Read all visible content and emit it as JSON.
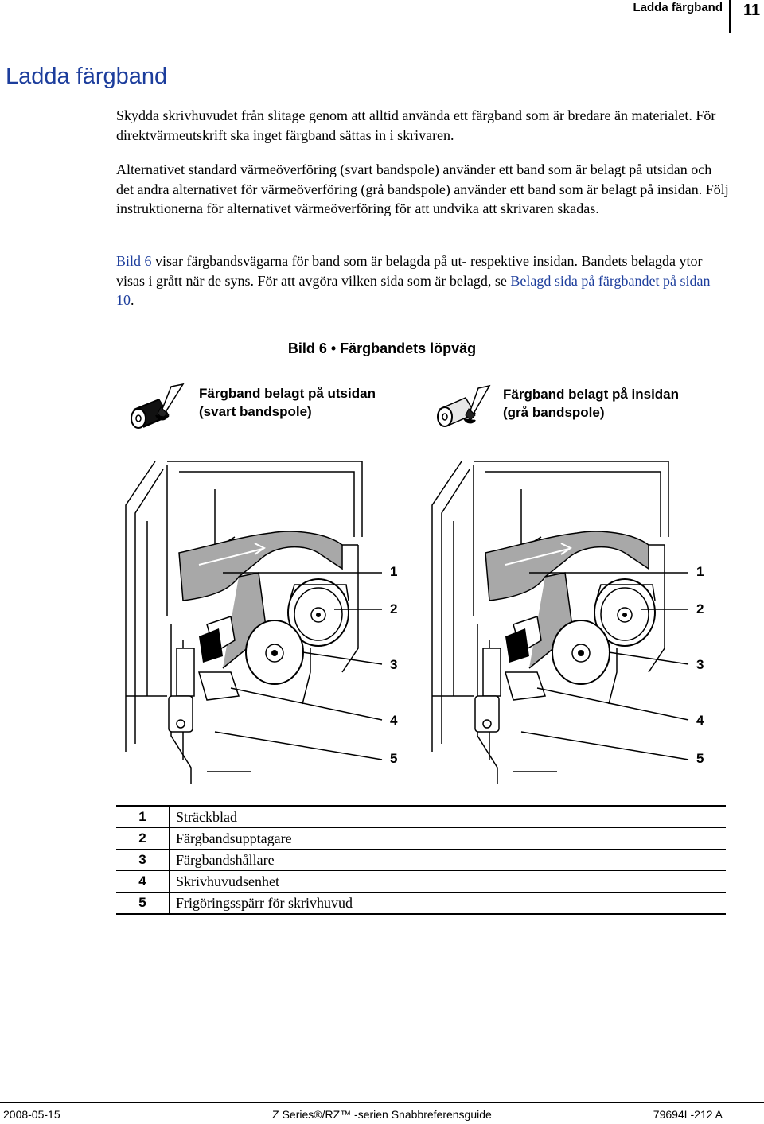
{
  "header": {
    "title": "Ladda färgband",
    "page_number": "11"
  },
  "section_title": "Ladda färgband",
  "paragraphs": {
    "p1": "Skydda skrivhuvudet från slitage genom att alltid använda ett färgband som är bredare än materialet. För direktvärmeutskrift ska inget färgband sättas in i skrivaren.",
    "p2": "Alternativet standard värmeöverföring (svart bandspole) använder ett band som är belagt på utsidan och det andra alternativet för värmeöverföring (grå bandspole) använder ett band som är belagt på insidan. Följ instruktionerna för alternativet värmeöverföring för att undvika att skrivaren skadas.",
    "p3_link1": "Bild 6",
    "p3_text1": " visar färgbandsvägarna för band som är belagda på ut- respektive insidan. Bandets belagda ytor visas i grått när de syns. För att avgöra vilken sida som är belagd, se ",
    "p3_link2": "Belagd sida på färgbandet på sidan 10",
    "p3_text2": "."
  },
  "figure": {
    "caption": "Bild 6 • Färgbandets löpväg",
    "left_label_line1": "Färgband belagt på utsidan",
    "left_label_line2": "(svart bandspole)",
    "right_label_line1": "Färgband belagt på insidan",
    "right_label_line2": "(grå bandspole)",
    "callouts": [
      "1",
      "2",
      "3",
      "4",
      "5"
    ],
    "left_icon": "black-ribbon-roll-icon",
    "right_icon": "grey-ribbon-roll-icon"
  },
  "legend": [
    {
      "num": "1",
      "text": "Sträckblad"
    },
    {
      "num": "2",
      "text": "Färgbandsupptagare"
    },
    {
      "num": "3",
      "text": "Färgbandshållare"
    },
    {
      "num": "4",
      "text": "Skrivhuvudsenhet"
    },
    {
      "num": "5",
      "text": "Frigöringsspärr för skrivhuvud"
    }
  ],
  "footer": {
    "date": "2008-05-15",
    "center": "Z Series®/RZ™ -serien Snabbreferensguide",
    "doc_number": "79694L-212 A"
  },
  "colors": {
    "link": "#1c3d9c",
    "title": "#1c3d9c",
    "ribbon": "#a8a8a8"
  }
}
